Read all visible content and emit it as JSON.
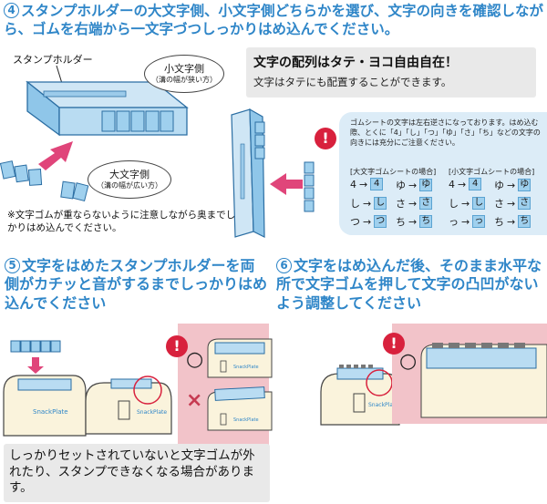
{
  "step4": {
    "number": "4",
    "heading": "スタンプホルダーの大文字側、小文字側どちらかを選び、文字の向きを確認しながら、ゴムを右端から一文字づつしっかりはめ込んでください。",
    "holder_label": "スタンプホルダー",
    "small_side": "小文字側",
    "small_side_note": "（溝の幅が狭い方）",
    "large_side": "大文字側",
    "large_side_note": "（溝の幅が広い方）",
    "caption": "※文字ゴムが重ならないように注意しながら奥までしっかりはめ込んでください。",
    "free_title": "文字の配列はタテ・ヨコ自由自在！",
    "free_desc": "文字はタテにも配置することができます。",
    "note": "ゴムシートの文字は左右逆さになっております。はめ込む際、とくに「4」「し」「つ」「ゆ」「さ」「ち」などの文字の向きには充分にご注意ください。",
    "large_sheet": "[大文字ゴムシートの場合]",
    "small_sheet": "[小文字ゴムシートの場合]",
    "large_pairs": [
      {
        "from": "4",
        "to": "4"
      },
      {
        "from": "ゆ",
        "to": "ゆ"
      },
      {
        "from": "し",
        "to": "し"
      },
      {
        "from": "さ",
        "to": "さ"
      },
      {
        "from": "つ",
        "to": "つ"
      },
      {
        "from": "ち",
        "to": "ち"
      }
    ],
    "small_pairs": [
      {
        "from": "4",
        "to": "4"
      },
      {
        "from": "ゆ",
        "to": "ゆ"
      },
      {
        "from": "し",
        "to": "し"
      },
      {
        "from": "さ",
        "to": "さ"
      },
      {
        "from": "っ",
        "to": "っ"
      },
      {
        "from": "ち",
        "to": "ち"
      }
    ],
    "warn_mark": "!"
  },
  "step5": {
    "number": "5",
    "heading": "文字をはめたスタンプホルダーを両側がカチッと音がするまでしっかりはめ込んでください",
    "ok_mark": "○",
    "ng_mark": "×",
    "warning": "しっかりセットされていないと文字ゴムが外れたり、スタンプできなくなる場合があります。",
    "brand": "SnackPlate"
  },
  "step6": {
    "number": "6",
    "heading": "文字をはめ込んだ後、そのまま水平な所で文字ゴムを押して文字の凸凹がないよう調整してください",
    "ok_mark": "○",
    "brand": "SnackPlate"
  },
  "colors": {
    "accent": "#2f86c8",
    "arrow_pink": "#e0457a",
    "panel_pink": "#f2c3c9",
    "note_blue": "#dcecf7",
    "warn_red": "#d8213d"
  }
}
